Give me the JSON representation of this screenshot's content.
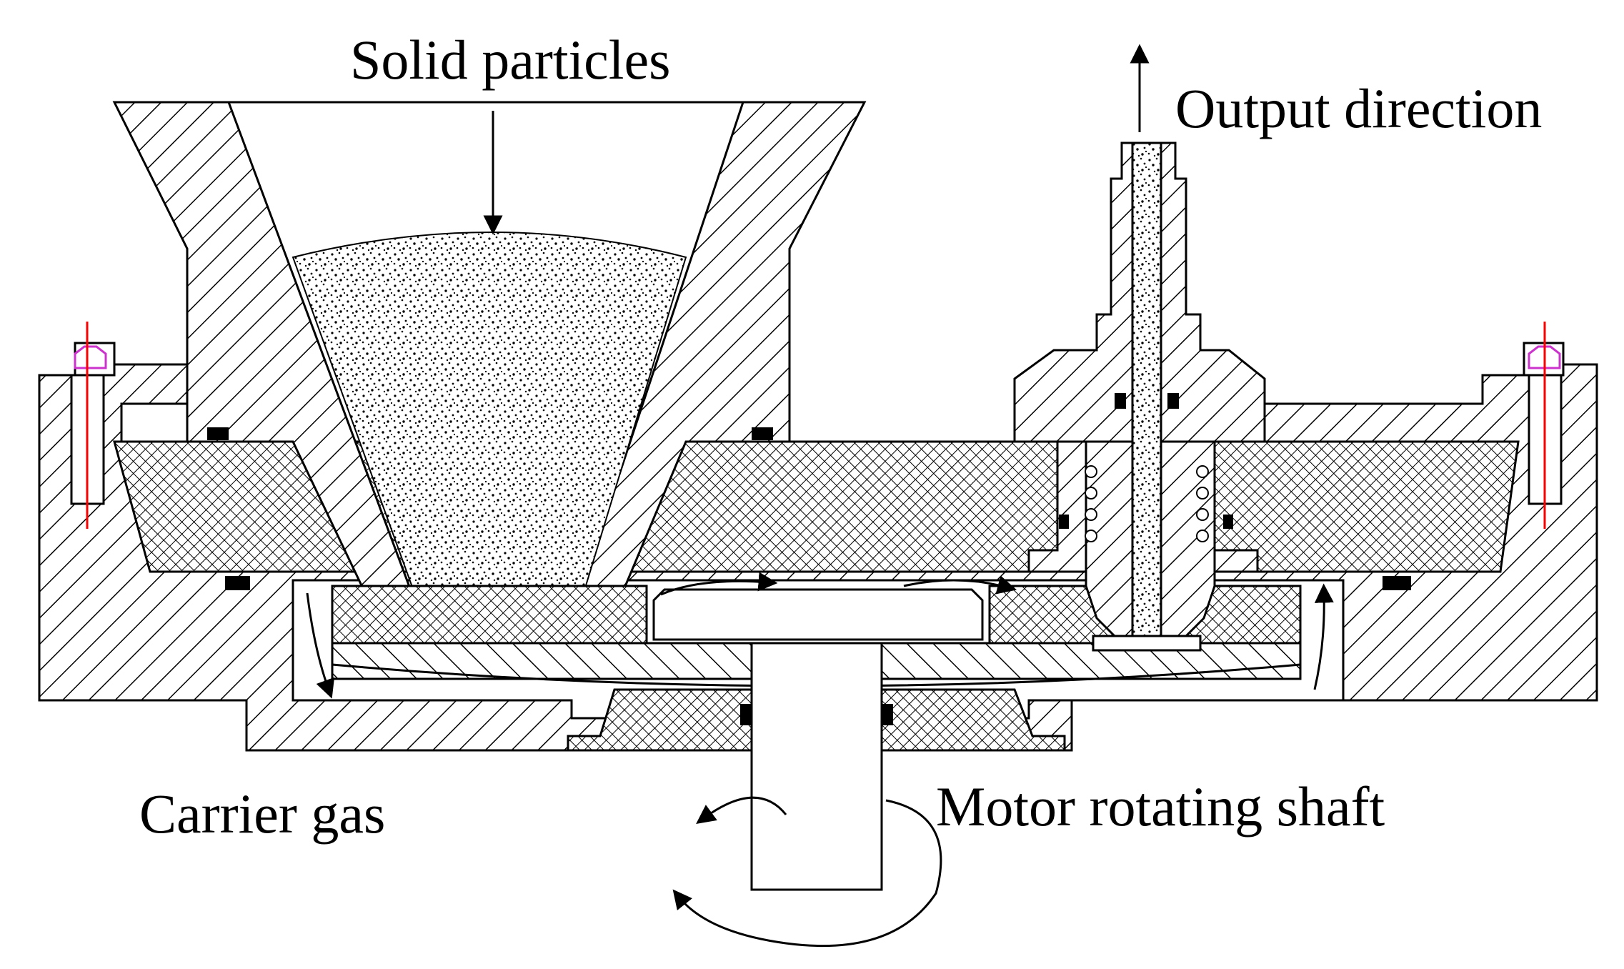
{
  "figure": {
    "labels": {
      "solid_particles": "Solid particles",
      "output_direction": "Output direction",
      "carrier_gas": "Carrier gas",
      "motor_shaft": "Motor rotating shaft"
    },
    "colors": {
      "line": "#000000",
      "background": "#ffffff",
      "bolt_head": "#cc33cc",
      "bolt_axis": "#ff0000"
    }
  }
}
